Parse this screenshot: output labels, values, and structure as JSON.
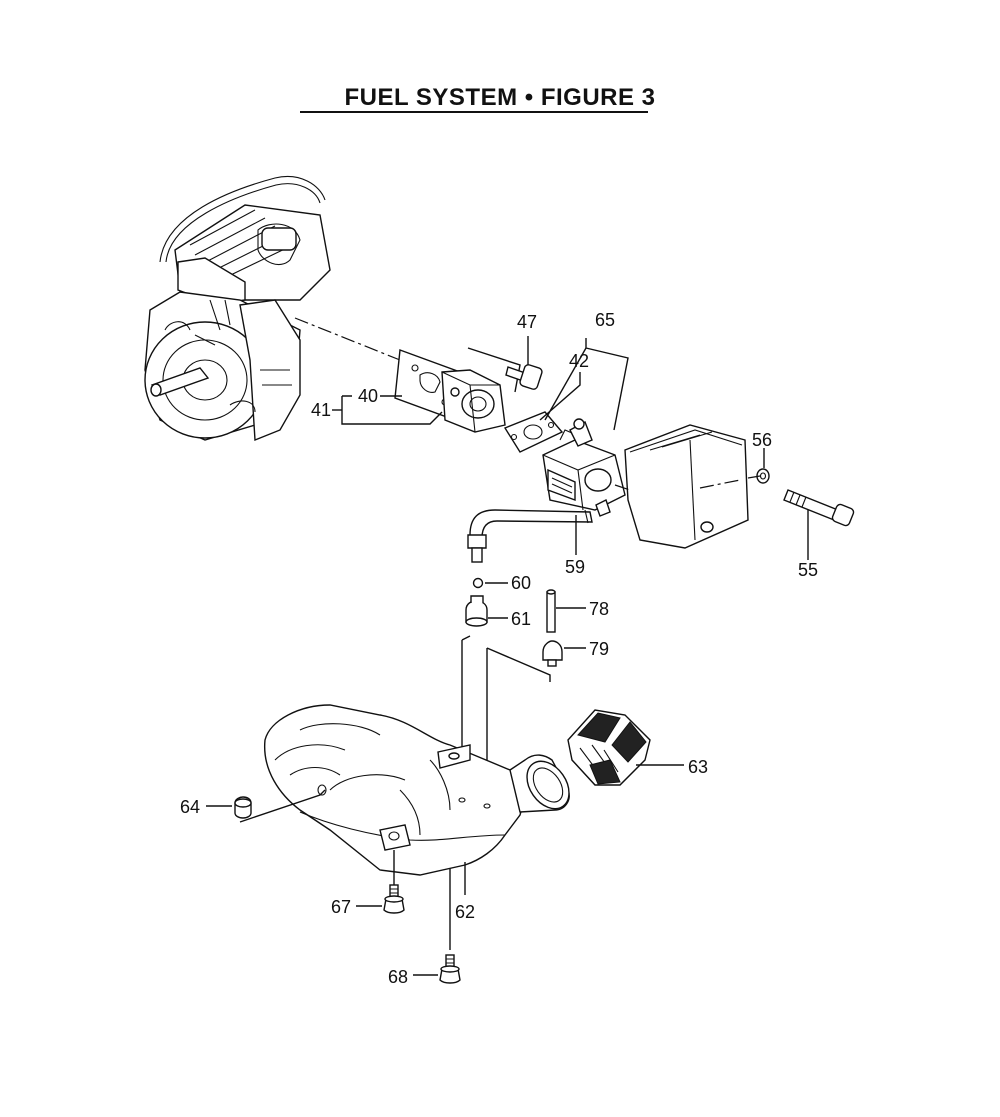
{
  "title": "FUEL SYSTEM  •  FIGURE 3",
  "callouts": {
    "c40": "40",
    "c41": "41",
    "c42": "42",
    "c47": "47",
    "c55": "55",
    "c56": "56",
    "c59": "59",
    "c60": "60",
    "c61": "61",
    "c62": "62",
    "c63": "63",
    "c64": "64",
    "c65": "65",
    "c67": "67",
    "c68": "68",
    "c78": "78",
    "c79": "79"
  }
}
